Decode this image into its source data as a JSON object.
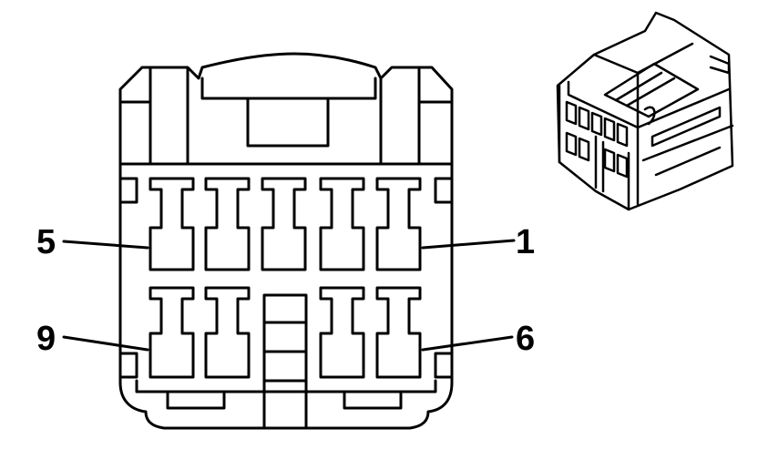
{
  "pin_labels": {
    "top_left": "5",
    "top_right": "1",
    "bottom_left": "9",
    "bottom_right": "6"
  },
  "colors": {
    "stroke": "#000000",
    "fill": "#ffffff"
  }
}
